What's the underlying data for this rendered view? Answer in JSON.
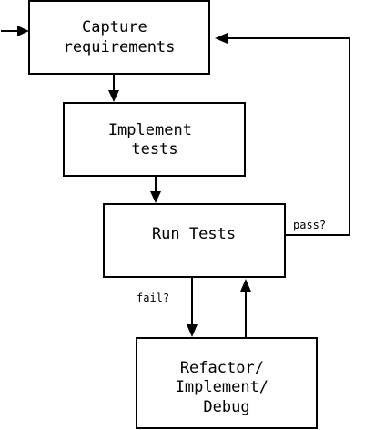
{
  "nodes": {
    "capture": {
      "lines": [
        "Capture",
        "requirements"
      ]
    },
    "implement_tests": {
      "lines": [
        "Implement",
        "tests"
      ]
    },
    "run_tests": {
      "lines": [
        "Run Tests"
      ]
    },
    "refactor": {
      "lines": [
        "Refactor/",
        "Implement/",
        "Debug"
      ]
    }
  },
  "edges": {
    "pass_label": "pass?",
    "fail_label": "fail?"
  },
  "colors": {
    "stroke": "#000000",
    "background": "#ffffff"
  }
}
